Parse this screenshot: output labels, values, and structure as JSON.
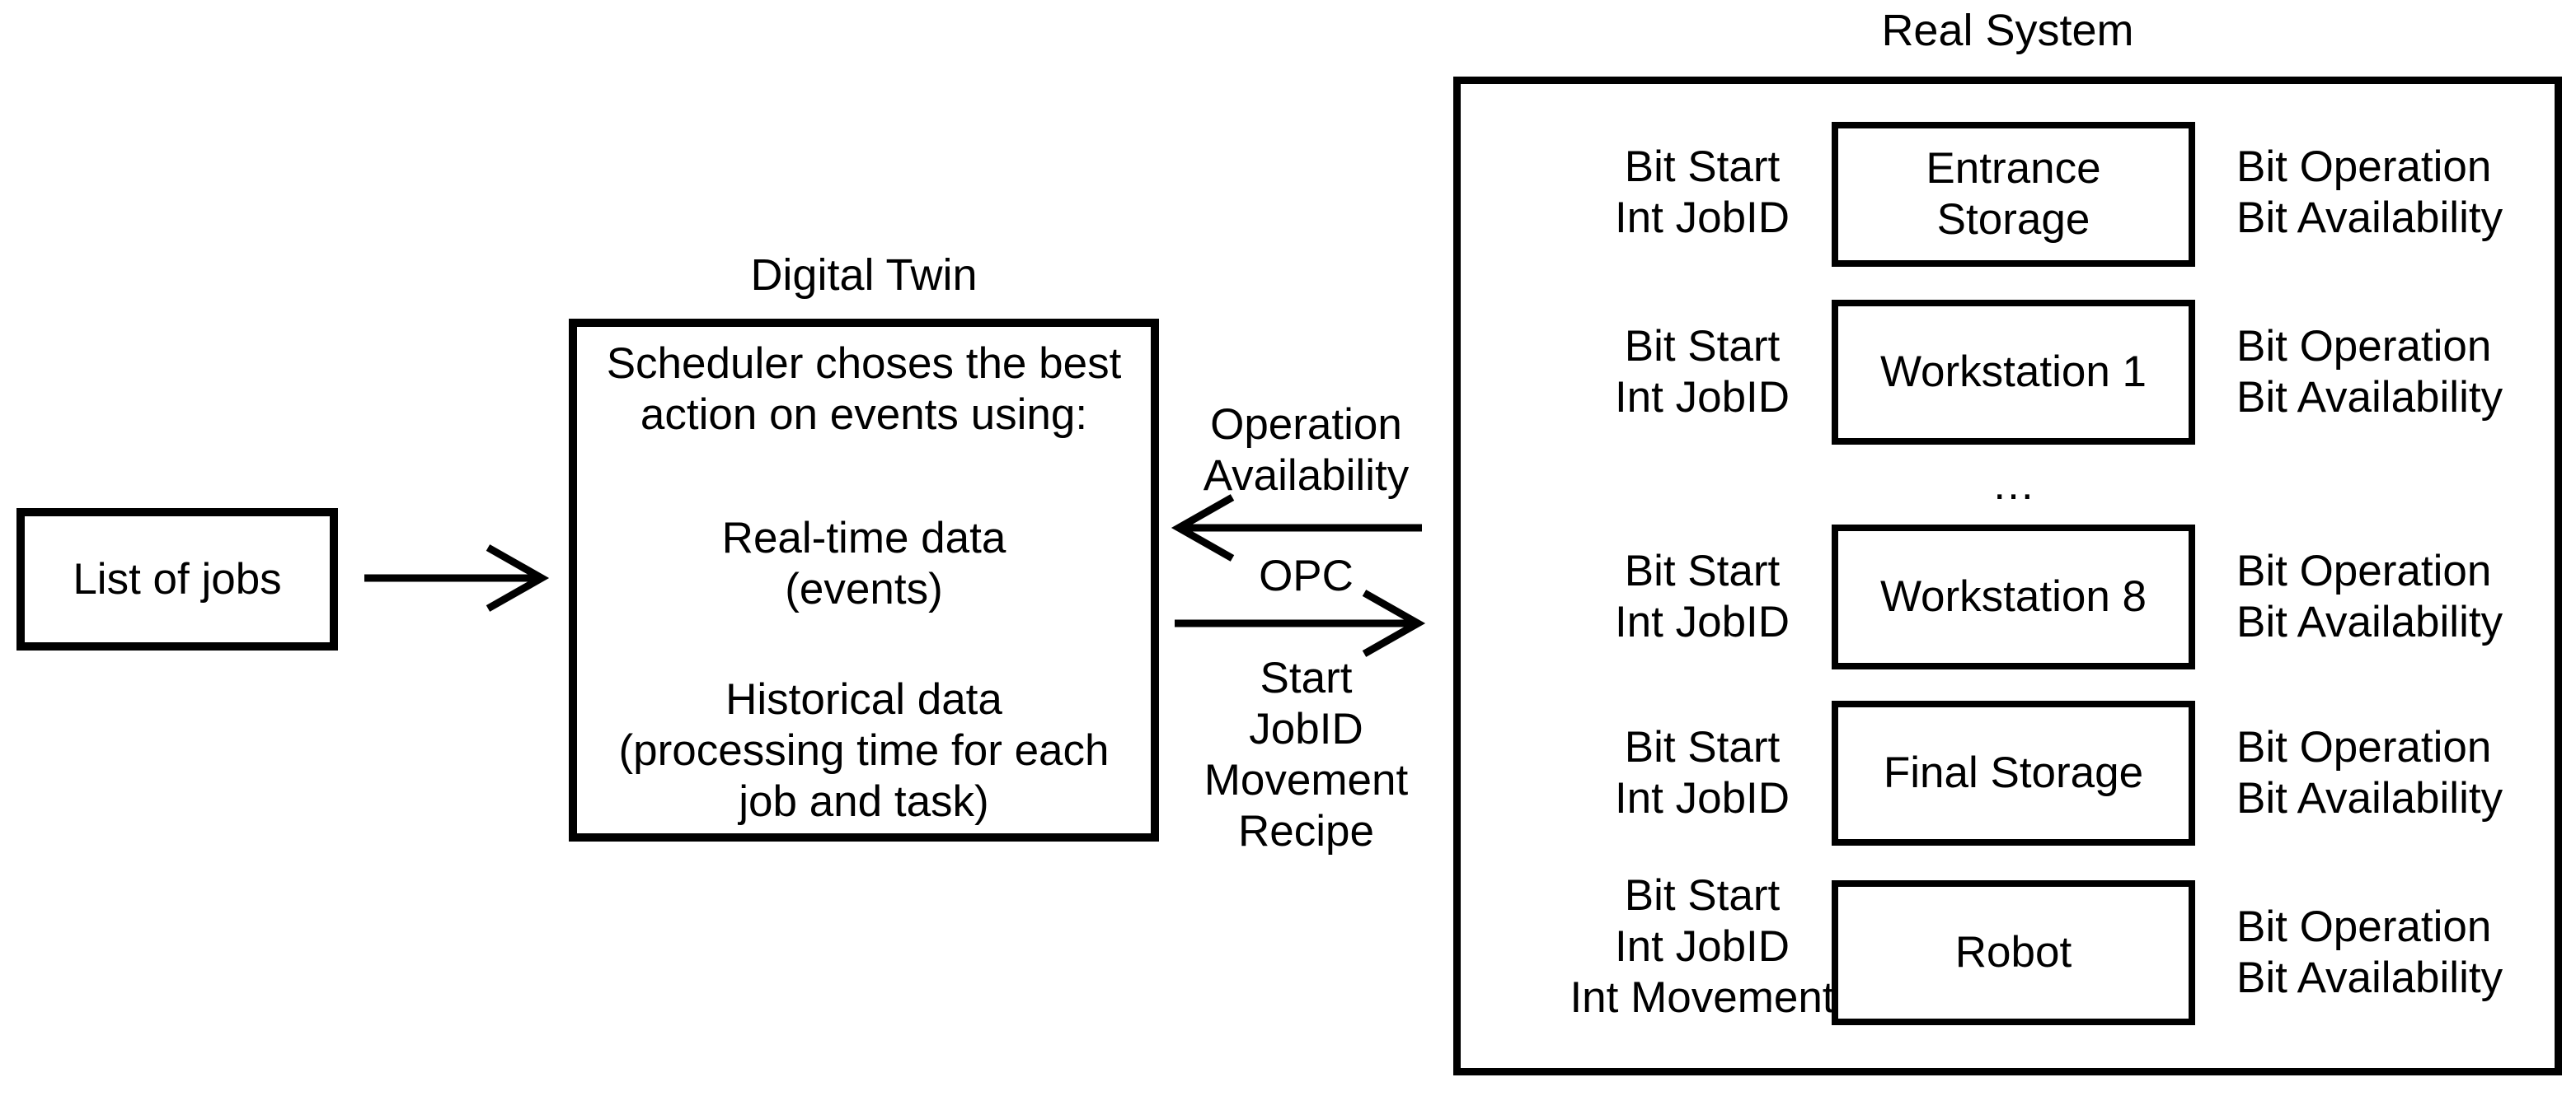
{
  "colors": {
    "background": "#ffffff",
    "line": "#000000",
    "text": "#000000"
  },
  "jobs": {
    "label": "List of jobs"
  },
  "digital_twin": {
    "title": "Digital Twin",
    "p1l1": "Scheduler choses the best",
    "p1l2": "action on events using:",
    "p2l1": "Real-time data",
    "p2l2": "(events)",
    "p3l1": "Historical data",
    "p3l2": "(processing time for each",
    "p3l3": "job and task)"
  },
  "channel": {
    "to_dt_label1": "Operation",
    "to_dt_label2": "Availability",
    "protocol": "OPC",
    "to_rs_label1": "Start",
    "to_rs_label2": "JobID",
    "to_rs_label3": "Movement",
    "to_rs_label4": "Recipe"
  },
  "real_system": {
    "title": "Real System",
    "ellipsis": "…",
    "rows": [
      {
        "left1": "Bit Start",
        "left2": "Int JobID",
        "box1": "Entrance",
        "box2": "Storage",
        "right1": "Bit Operation",
        "right2": "Bit Availability"
      },
      {
        "left1": "Bit Start",
        "left2": "Int JobID",
        "box1": "Workstation 1",
        "right1": "Bit Operation",
        "right2": "Bit Availability"
      },
      {
        "left1": "Bit Start",
        "left2": "Int JobID",
        "box1": "Workstation 8",
        "right1": "Bit Operation",
        "right2": "Bit Availability"
      },
      {
        "left1": "Bit Start",
        "left2": "Int JobID",
        "box1": "Final Storage",
        "right1": "Bit Operation",
        "right2": "Bit Availability"
      },
      {
        "left1": "Bit Start",
        "left2": "Int JobID",
        "left3": "Int Movement",
        "box1": "Robot",
        "right1": "Bit Operation",
        "right2": "Bit Availability"
      }
    ]
  }
}
